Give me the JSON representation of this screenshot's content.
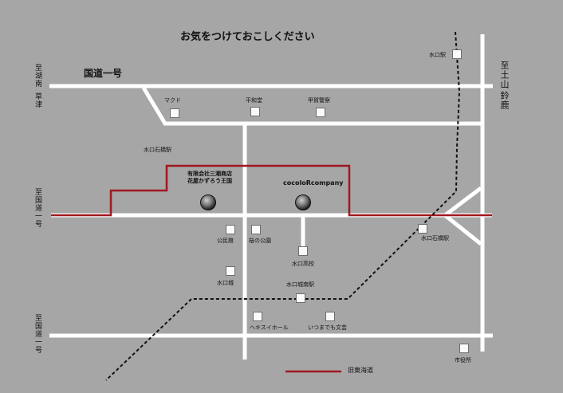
{
  "title": "お気をつけておこしください",
  "route_label": "国道一号",
  "directions": {
    "top_left": "至湖南",
    "top_left_2": "草津",
    "top_right": "至土山",
    "top_right_2": "鈴鹿",
    "mid_left": "至国道一号",
    "bottom_left": "至国道一号"
  },
  "landmarks": {
    "mac": "マクド",
    "heiwado": "平和堂",
    "police": "甲賀警察",
    "minakuchi_eki": "水口駅",
    "ishibashi_left": "水口石橋駅",
    "ishibashi_right": "水口石橋駅",
    "kouminkan": "公民館",
    "sakura_park": "桜の公園",
    "high_school": "水口高校",
    "castle": "水口城",
    "castle_south": "水口城南駅",
    "hekisui": "ヘキスイホール",
    "itsumademo": "いつまでも文芸",
    "city_hall": "市役所"
  },
  "shops": {
    "left_line1": "有限会社三潮商店",
    "left_line2": "花屋かずろう王国",
    "right": "cocoloRcompany"
  },
  "legend": {
    "label": "旧東海道"
  },
  "colors": {
    "background": "#a6a6a6",
    "road": "#ffffff",
    "old_tokaido": "#a01820",
    "railway": "#111111",
    "marker_fill": "#fafafa"
  }
}
